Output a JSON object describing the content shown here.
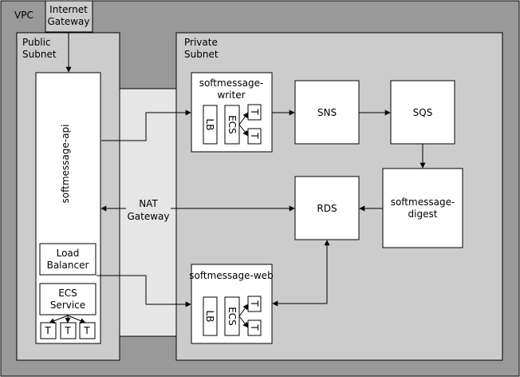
{
  "colors": {
    "vpc_fill": "#999999",
    "subnet_fill": "#cccccc",
    "nat_fill": "#e6e6e6",
    "node_fill": "#ffffff",
    "line": "#000000"
  },
  "vpc": {
    "label": "VPC"
  },
  "internet_gateway": {
    "line1": "Internet",
    "line2": "Gateway"
  },
  "public_subnet": {
    "line1": "Public",
    "line2": "Subnet"
  },
  "private_subnet": {
    "line1": "Private",
    "line2": "Subnet"
  },
  "nat_gateway": {
    "line1": "NAT",
    "line2": "Gateway"
  },
  "api": {
    "label": "softmessage-api",
    "lb": {
      "line1": "Load",
      "line2": "Balancer"
    },
    "ecs": {
      "line1": "ECS",
      "line2": "Service"
    },
    "tasks": [
      "T",
      "T",
      "T"
    ]
  },
  "writer": {
    "line1": "softmessage-",
    "line2": "writer",
    "lb": "LB",
    "ecs": "ECS",
    "tasks": [
      "T",
      "T"
    ]
  },
  "web": {
    "label": "softmessage-web",
    "lb": "LB",
    "ecs": "ECS",
    "tasks": [
      "T",
      "T"
    ]
  },
  "sns": {
    "label": "SNS"
  },
  "sqs": {
    "label": "SQS"
  },
  "rds": {
    "label": "RDS"
  },
  "digest": {
    "line1": "softmessage-",
    "line2": "digest"
  }
}
